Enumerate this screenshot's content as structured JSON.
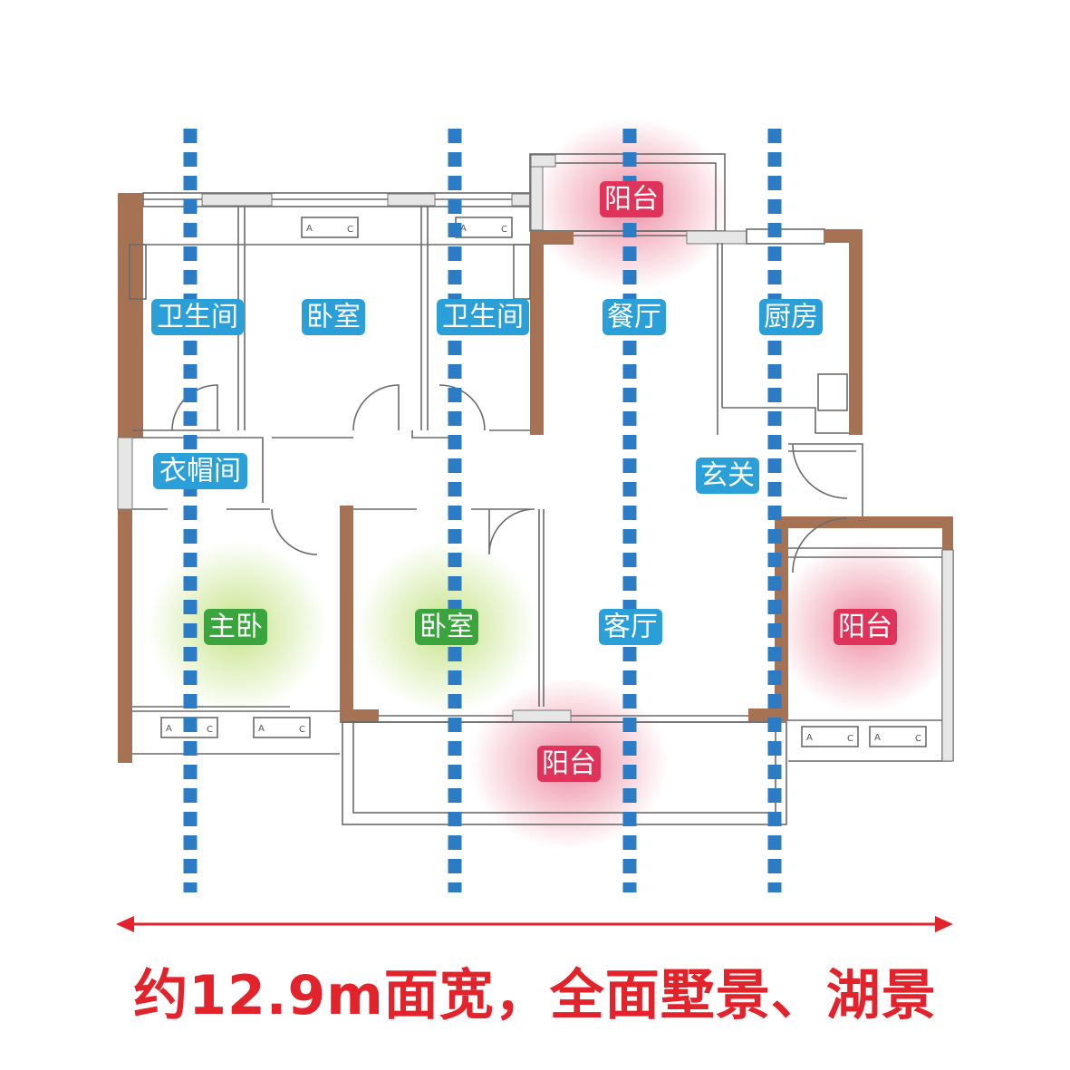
{
  "rooms": {
    "bathroom_1": "卫生间",
    "bedroom_top": "卧室",
    "bathroom_2": "卫生间",
    "dining": "餐厅",
    "kitchen": "厨房",
    "closet": "衣帽间",
    "entrance": "玄关",
    "master_bedroom": "主卧",
    "bedroom_bottom": "卧室",
    "living": "客厅",
    "balcony_top": "阳台",
    "balcony_right": "阳台",
    "balcony_bottom": "阳台"
  },
  "ac_label": {
    "a": "A",
    "c": "C"
  },
  "caption": "约12.9m面宽，全面墅景、湖景",
  "colors": {
    "label_blue": "#2a9fd8",
    "label_green": "#3aa53c",
    "label_red": "#e0335a",
    "wall_brown": "#a57253",
    "axis_blue": "#2b7cc4",
    "caption_red": "#e3232c"
  }
}
